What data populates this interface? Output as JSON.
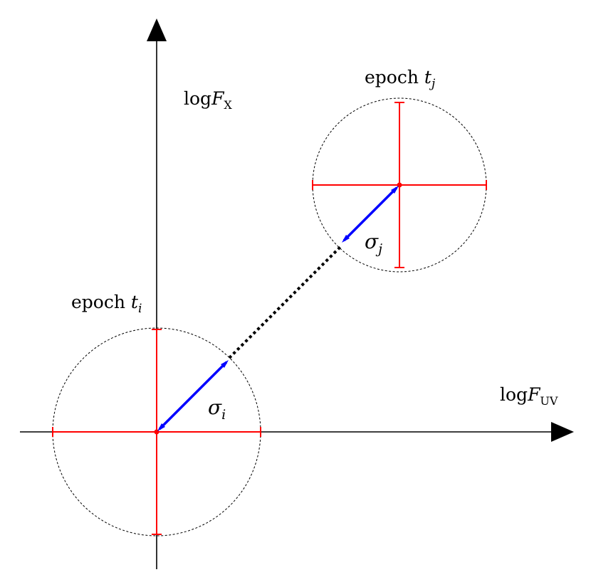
{
  "axes": {
    "y_label": {
      "log": "log",
      "var": "F",
      "sub": "X"
    },
    "x_label": {
      "log": "log",
      "var": "F",
      "sub": "UV"
    }
  },
  "epochs": [
    {
      "label_word": "epoch",
      "label_var": "t",
      "label_sub": "i",
      "sigma_var": "σ",
      "sigma_sub": "i"
    },
    {
      "label_word": "epoch",
      "label_var": "t",
      "label_sub": "j",
      "sigma_var": "σ",
      "sigma_sub": "j"
    }
  ],
  "colors": {
    "axis": "#000000",
    "error_bar": "#ff0000",
    "sigma_arrow": "#0000ff",
    "circle": "#000000",
    "connector": "#000000"
  }
}
